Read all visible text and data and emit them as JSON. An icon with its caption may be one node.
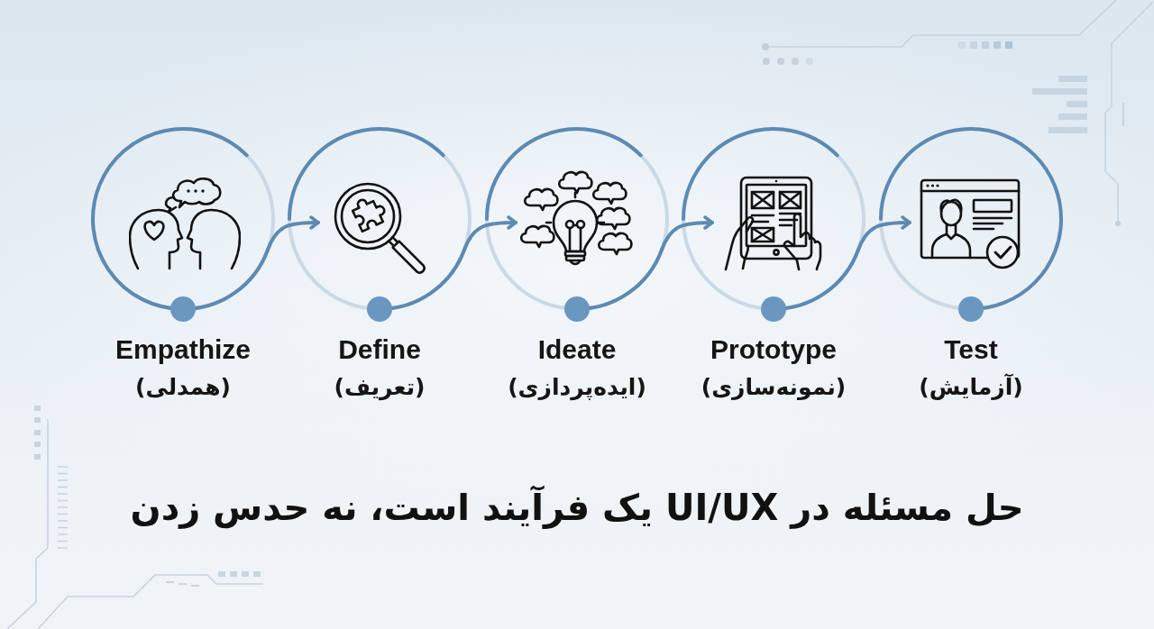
{
  "diagram": {
    "title": "حل مسئله در UI/UX یک فرآیند است، نه حدس زدن",
    "nodes": [
      {
        "text": [
          "Empathize",
          "(همدلی)"
        ]
      },
      {
        "text": [
          "Define",
          "(تعریف)"
        ]
      },
      {
        "text": [
          "Ideate",
          "(ایده‌پردازی)"
        ]
      },
      {
        "text": [
          "Prototype",
          "(نمونه‌سازی)"
        ]
      },
      {
        "text": [
          "Test",
          "(آزمایش)"
        ]
      }
    ],
    "edges": [
      {
        "from": 0,
        "to": 1,
        "arrow": "to"
      },
      {
        "from": 1,
        "to": 2,
        "arrow": "to"
      },
      {
        "from": 2,
        "to": 3,
        "arrow": "to"
      },
      {
        "from": 3,
        "to": 4,
        "arrow": "to"
      }
    ]
  }
}
